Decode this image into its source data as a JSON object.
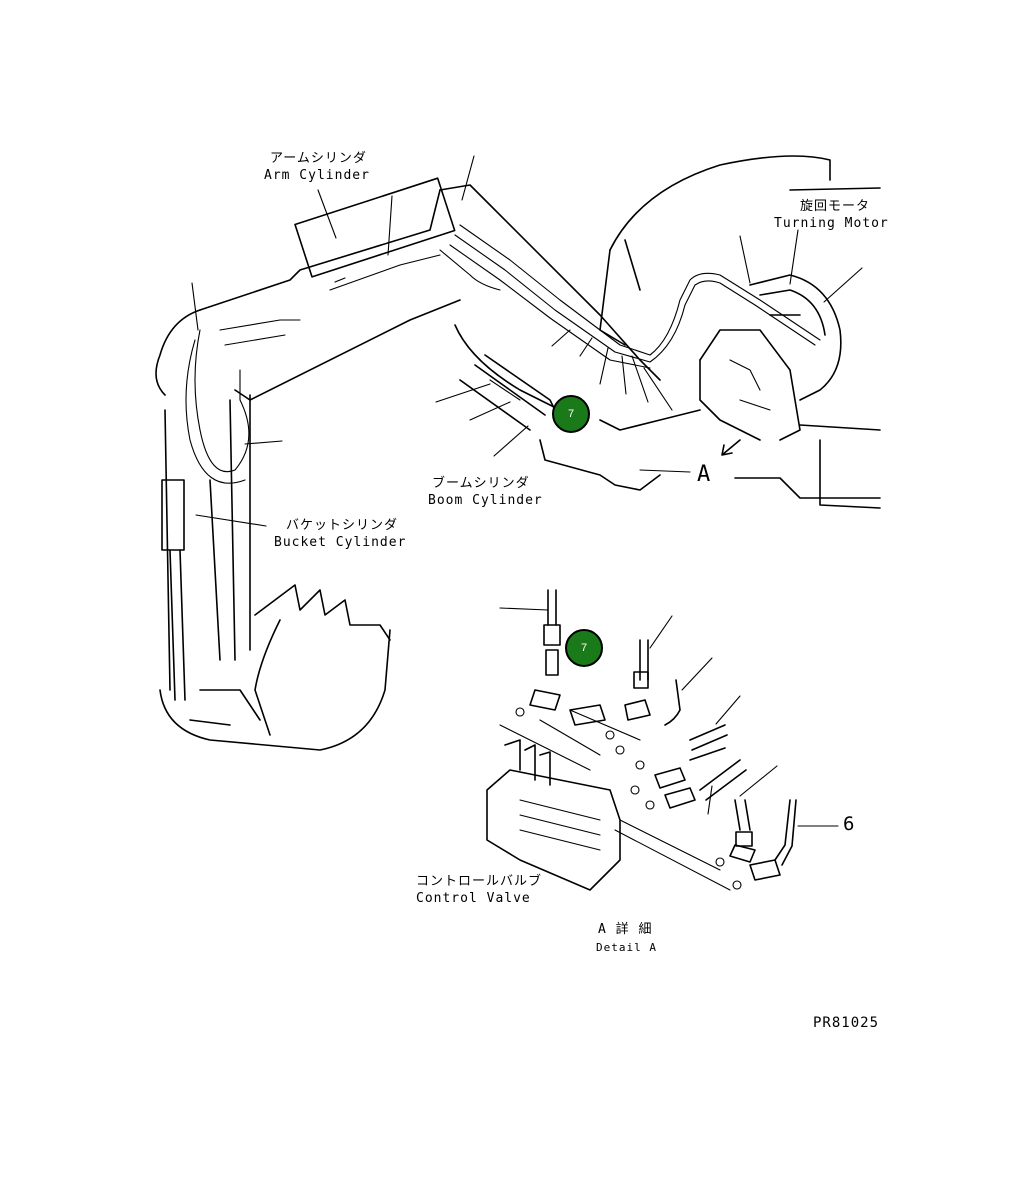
{
  "labels": {
    "arm_cylinder_jp": "アームシリンダ",
    "arm_cylinder_en": "Arm Cylinder",
    "turning_motor_jp": "旋回モータ",
    "turning_motor_en": "Turning Motor",
    "boom_cylinder_jp": "ブームシリンダ",
    "boom_cylinder_en": "Boom Cylinder",
    "bucket_cylinder_jp": "バケットシリンダ",
    "bucket_cylinder_en": "Bucket Cylinder",
    "control_valve_jp": "コントロールバルブ",
    "control_valve_en": "Control Valve",
    "view_marker": "A",
    "detail_jp": "A 詳 細",
    "detail_en": "Detail A",
    "part_number_6": "6",
    "drawing_code": "PR81025"
  },
  "callouts": [
    {
      "label": "7",
      "color": "#1a7a1a"
    },
    {
      "label": "7",
      "color": "#1a7a1a"
    }
  ]
}
